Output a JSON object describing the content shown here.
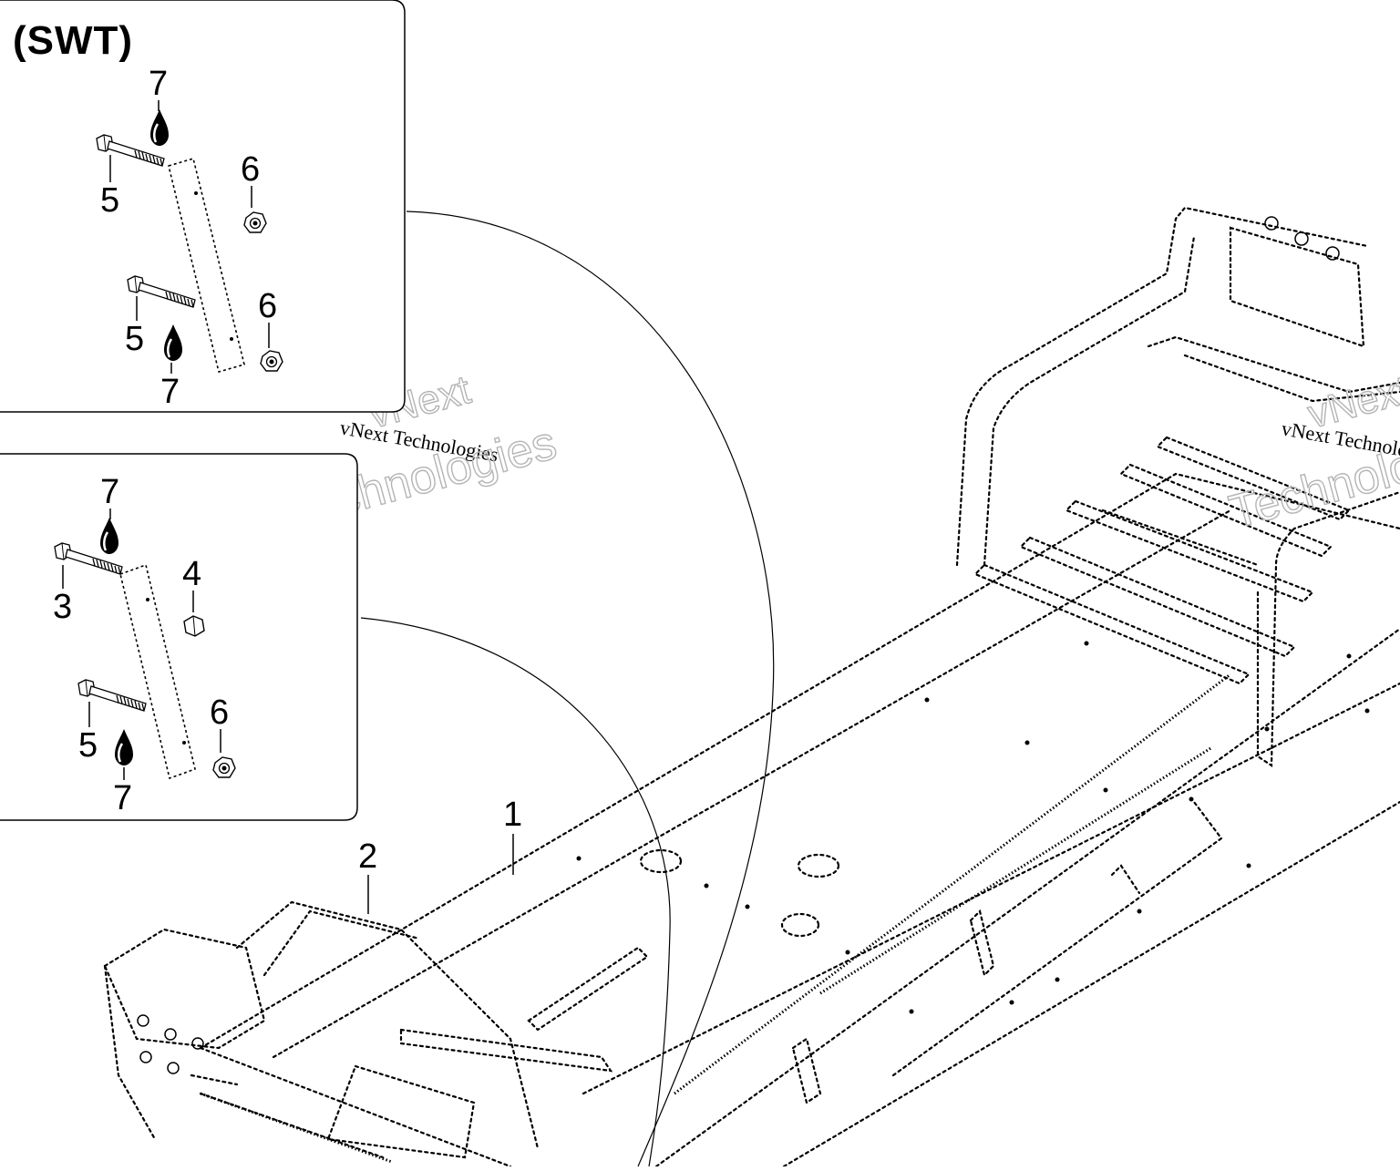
{
  "inset_top": {
    "title": "(SWT)",
    "callouts": {
      "a": "7",
      "b": "5",
      "c": "6",
      "d": "5",
      "e": "6",
      "f": "7"
    }
  },
  "inset_bottom": {
    "callouts": {
      "a": "7",
      "b": "3",
      "c": "4",
      "d": "5",
      "e": "6",
      "f": "7"
    }
  },
  "main": {
    "callouts": {
      "frame": "1",
      "guard": "2"
    }
  },
  "watermark": {
    "line_small": "vNext Technologies",
    "line_big_1": "vNext",
    "line_big_2": "Technologies"
  },
  "colors": {
    "ink": "#000000",
    "watermark": "#c8c8c8",
    "background": "#ffffff"
  }
}
